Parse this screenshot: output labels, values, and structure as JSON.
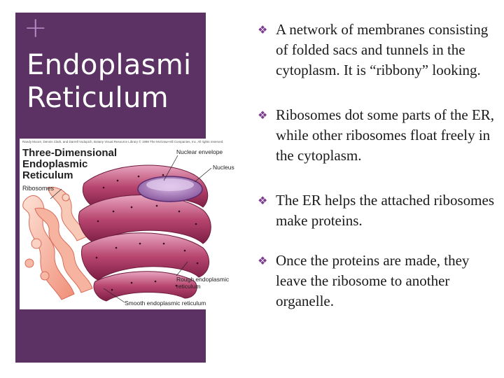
{
  "slide": {
    "plus_glyph": "+",
    "title_line1": "Endoplasmi",
    "title_line1_end": "c",
    "title_line2": "Reticulum",
    "panel_color": "#5b3263",
    "accent_color": "#b48bc4",
    "bullet_marker": "❖",
    "bullets": [
      " A network of membranes consisting of folded sacs and tunnels in the cytoplasm. It is “ribbony” looking.",
      "Ribosomes dot some parts of the ER, while other ribosomes float freely in the cytoplasm.",
      "The ER helps the attached ribosomes make proteins.",
      "Once the proteins are made, they leave the ribosome to another organelle."
    ]
  },
  "figure": {
    "credit": "Randy Moore, Dennis Clark, and Darrell Vodopich, Botany Visual Resource Library © 1998 The McGraw-Hill Companies, Inc. All rights reserved.",
    "heading_line1": "Three-Dimensional",
    "heading_line2": "Endoplasmic",
    "heading_line3": "Reticulum",
    "labels": {
      "ribosomes": "Ribosomes",
      "nuclear_envelope": "Nuclear envelope",
      "nucleus": "Nucleus",
      "rough_er_line1": "Rough endoplasmic",
      "rough_er_line2": "reticulum",
      "smooth_er": "Smooth endoplasmic reticulum"
    },
    "icon": "endoplasmic-reticulum-illustration"
  }
}
